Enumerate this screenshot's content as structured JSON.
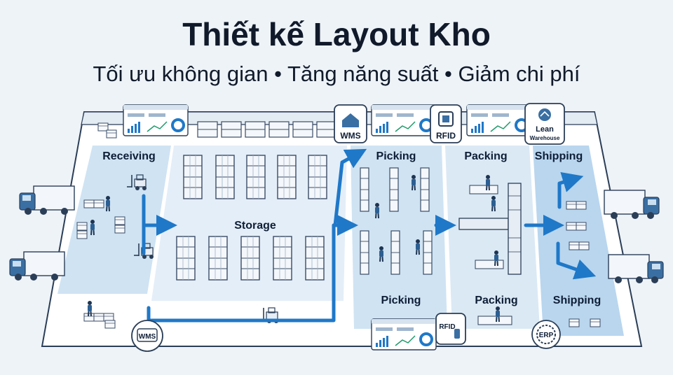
{
  "header": {
    "title": "Thiết kế Layout Kho",
    "subtitle": "Tối ưu không gian • Tăng năng suất • Giảm chi phí"
  },
  "zones": {
    "receiving": "Receiving",
    "storage": "Storage",
    "picking_top": "Picking",
    "picking_bottom": "Picking",
    "packing_top": "Packing",
    "packing_bottom": "Packing",
    "shipping_top": "Shipping",
    "shipping_bottom": "Shipping"
  },
  "badges": {
    "wms_top": "WMS",
    "wms_bottom": "WMS",
    "rfid_top": "RFID",
    "rfid_bottom": "RFID",
    "lean_line1": "Lean",
    "lean_line2": "Warehouse",
    "erp": "ERP"
  },
  "colors": {
    "floor": "#ffffff",
    "zone_fill": "#cfe3f3",
    "zone_fill_dark": "#b9d6ee",
    "flow_arrow": "#1f78c8",
    "outline": "#2b3e57"
  }
}
